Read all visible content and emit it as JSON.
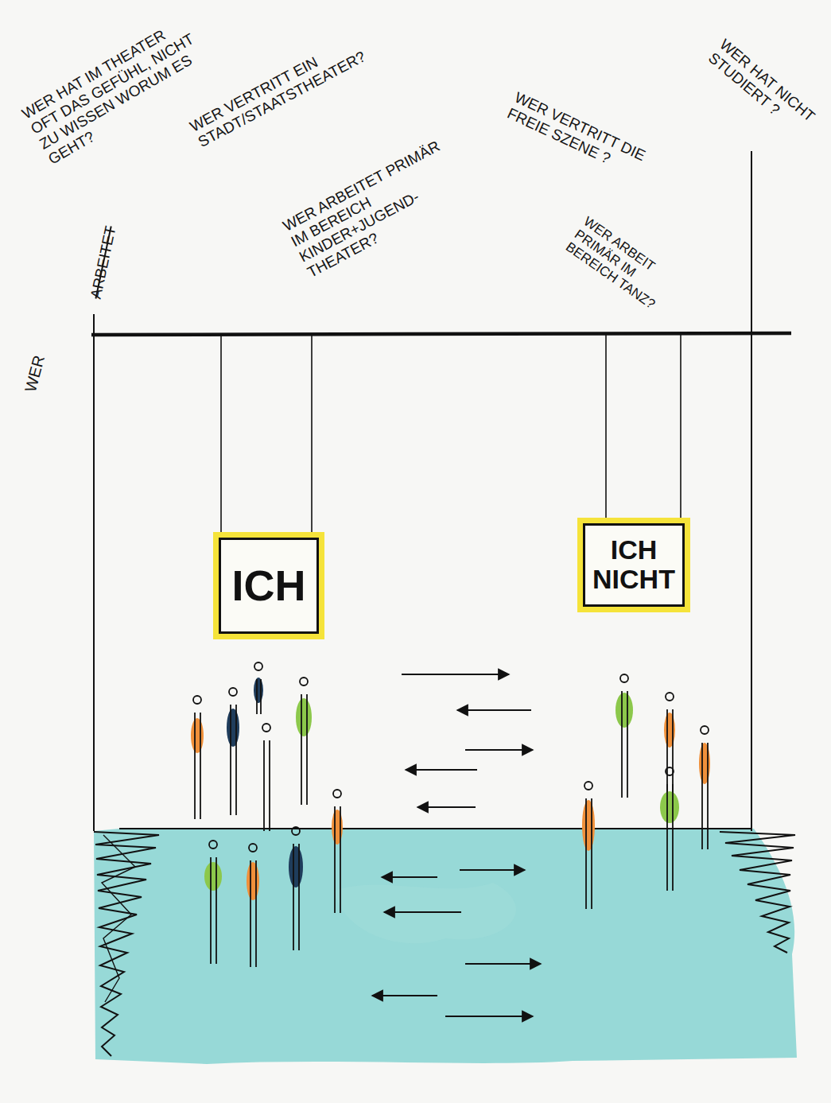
{
  "diagram": {
    "nodes": [
      {
        "text": [
          "ICH"
        ]
      },
      {
        "text": [
          "ICH NICHT"
        ]
      }
    ],
    "labels": [
      "WER HAT IM THEATER OFT DAS GEFÜHL, NICHT ZU WISSEN WORUM ES GEHT?",
      "WER VERTRITT EIN STADT/STAATSTHEATER?",
      "WER ARBEITET PRIMÄR IM BEREICH KINDER+JUGEND- THEATER?",
      "WER VERTRITT DIE FREIE SZENE ?",
      "WER HAT NICHT STUDIERT ?",
      "WER ARBEIT PRIMÄR IM BEREICH TANZ?",
      "WER",
      "ARBEITET"
    ]
  }
}
